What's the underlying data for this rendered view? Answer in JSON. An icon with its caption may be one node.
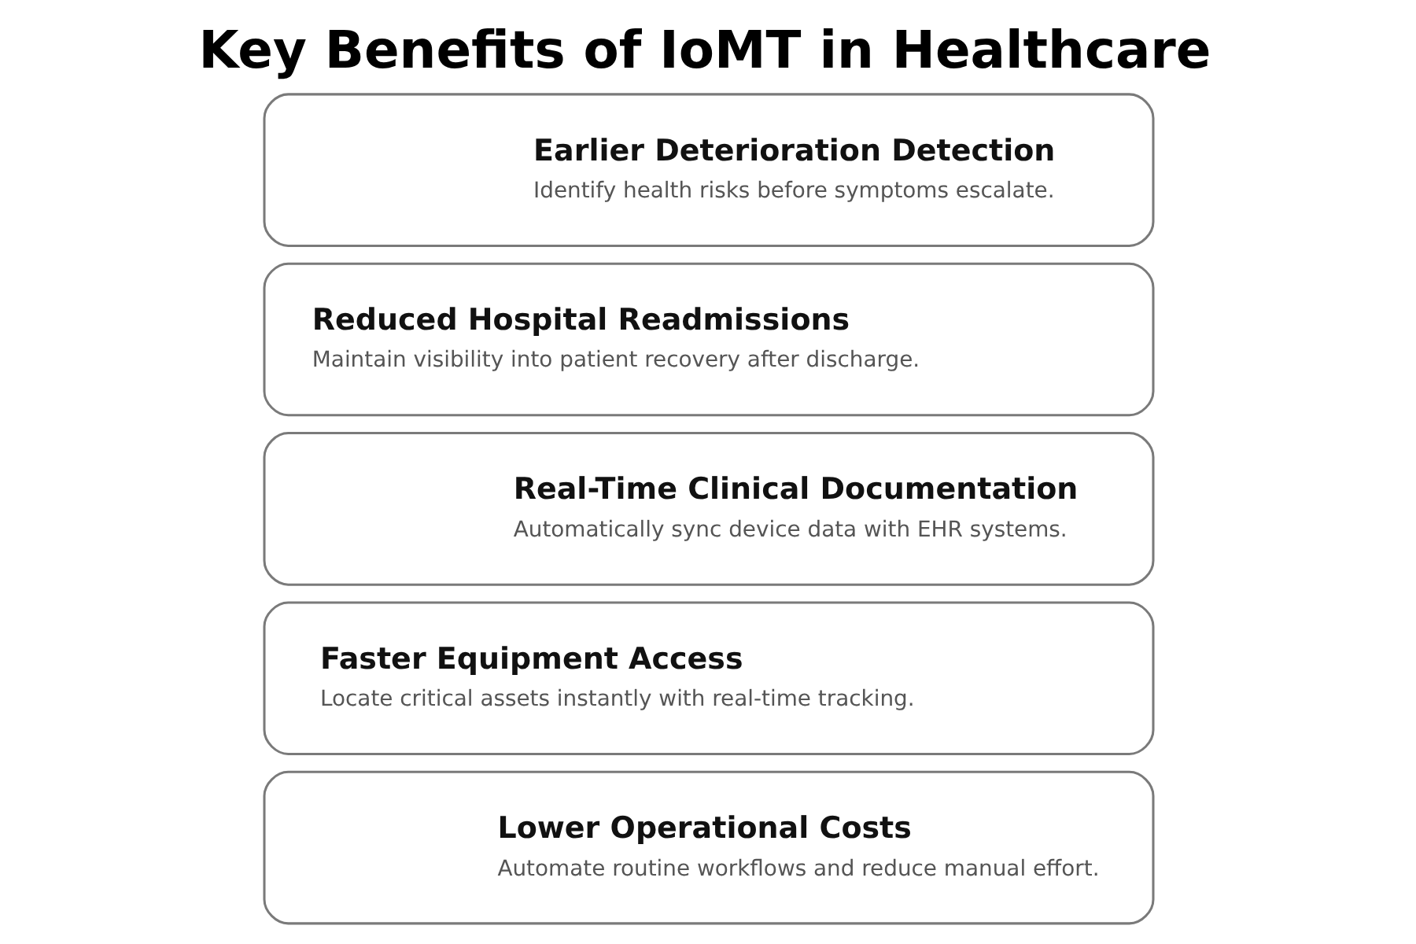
{
  "diagram": {
    "title": "Key Benefits of IoMT in Healthcare",
    "nodes": [
      {
        "text": [
          "Earlier Deterioration Detection",
          "Identify health risks before symptoms escalate."
        ]
      },
      {
        "text": [
          "Reduced Hospital Readmissions",
          "Maintain visibility into patient recovery after discharge."
        ]
      },
      {
        "text": [
          "Real-Time Clinical Documentation",
          "Automatically sync device data with EHR systems."
        ]
      },
      {
        "text": [
          "Faster Equipment Access",
          "Locate critical assets instantly with real-time tracking."
        ]
      },
      {
        "text": [
          "Lower Operational Costs",
          "Automate routine workflows and reduce manual effort."
        ]
      }
    ]
  }
}
